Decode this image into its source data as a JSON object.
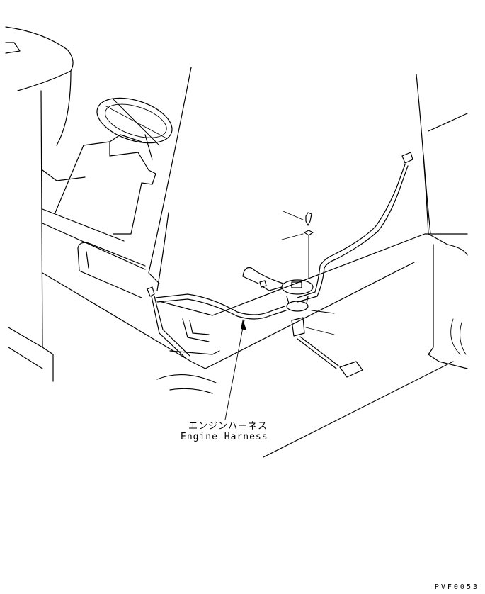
{
  "callout": {
    "label_jp": "エンジンハーネス",
    "label_en": "Engine Harness"
  },
  "drawing_code": "PVF0053",
  "colors": {
    "line": "#000000",
    "background": "#ffffff"
  }
}
